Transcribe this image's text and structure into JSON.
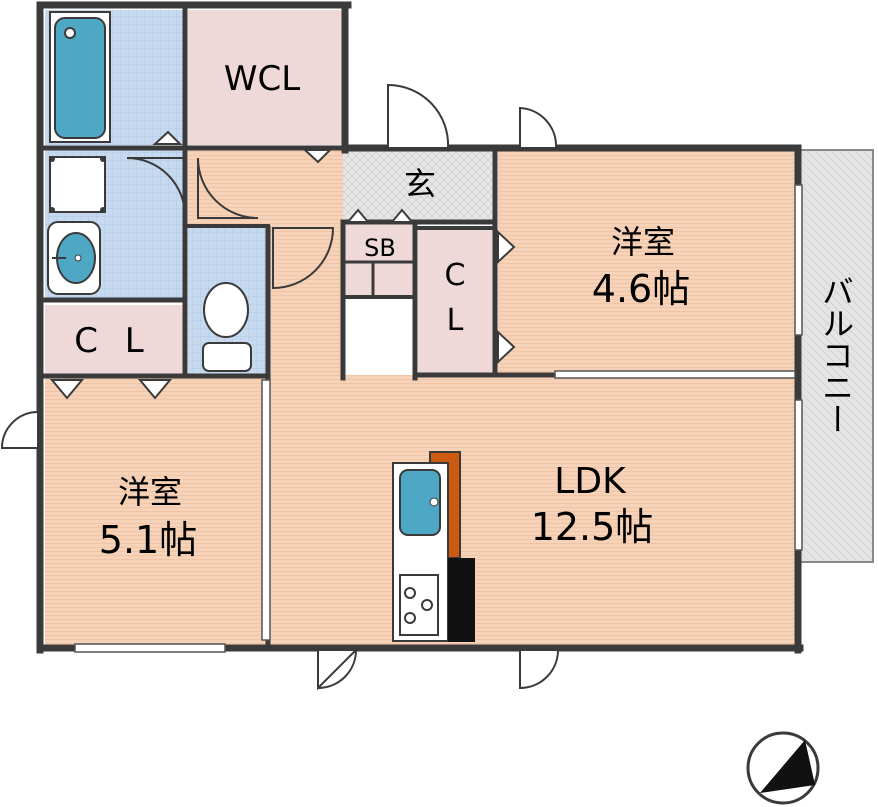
{
  "rooms": {
    "wcl": "WCL",
    "genkan": "玄",
    "sb": "SB",
    "cl_small": "C\nL",
    "western_a_name": "洋室",
    "western_a_size": "4.6帖",
    "cl_left": "C L",
    "western_b_name": "洋室",
    "western_b_size": "5.1帖",
    "ldk_name": "LDK",
    "ldk_size": "12.5帖",
    "balcony": "バルコニー"
  },
  "colors": {
    "floor": "#f6d3b8",
    "wet_area": "#c6d9ef",
    "closet": "#efd9d8",
    "entrance": "#e3e3e3",
    "wall": "#3a3a3a",
    "fixture_blue": "#4ea7c4",
    "counter_orange": "#cc5a10"
  },
  "icons": {
    "compass": "north-compass-icon"
  }
}
